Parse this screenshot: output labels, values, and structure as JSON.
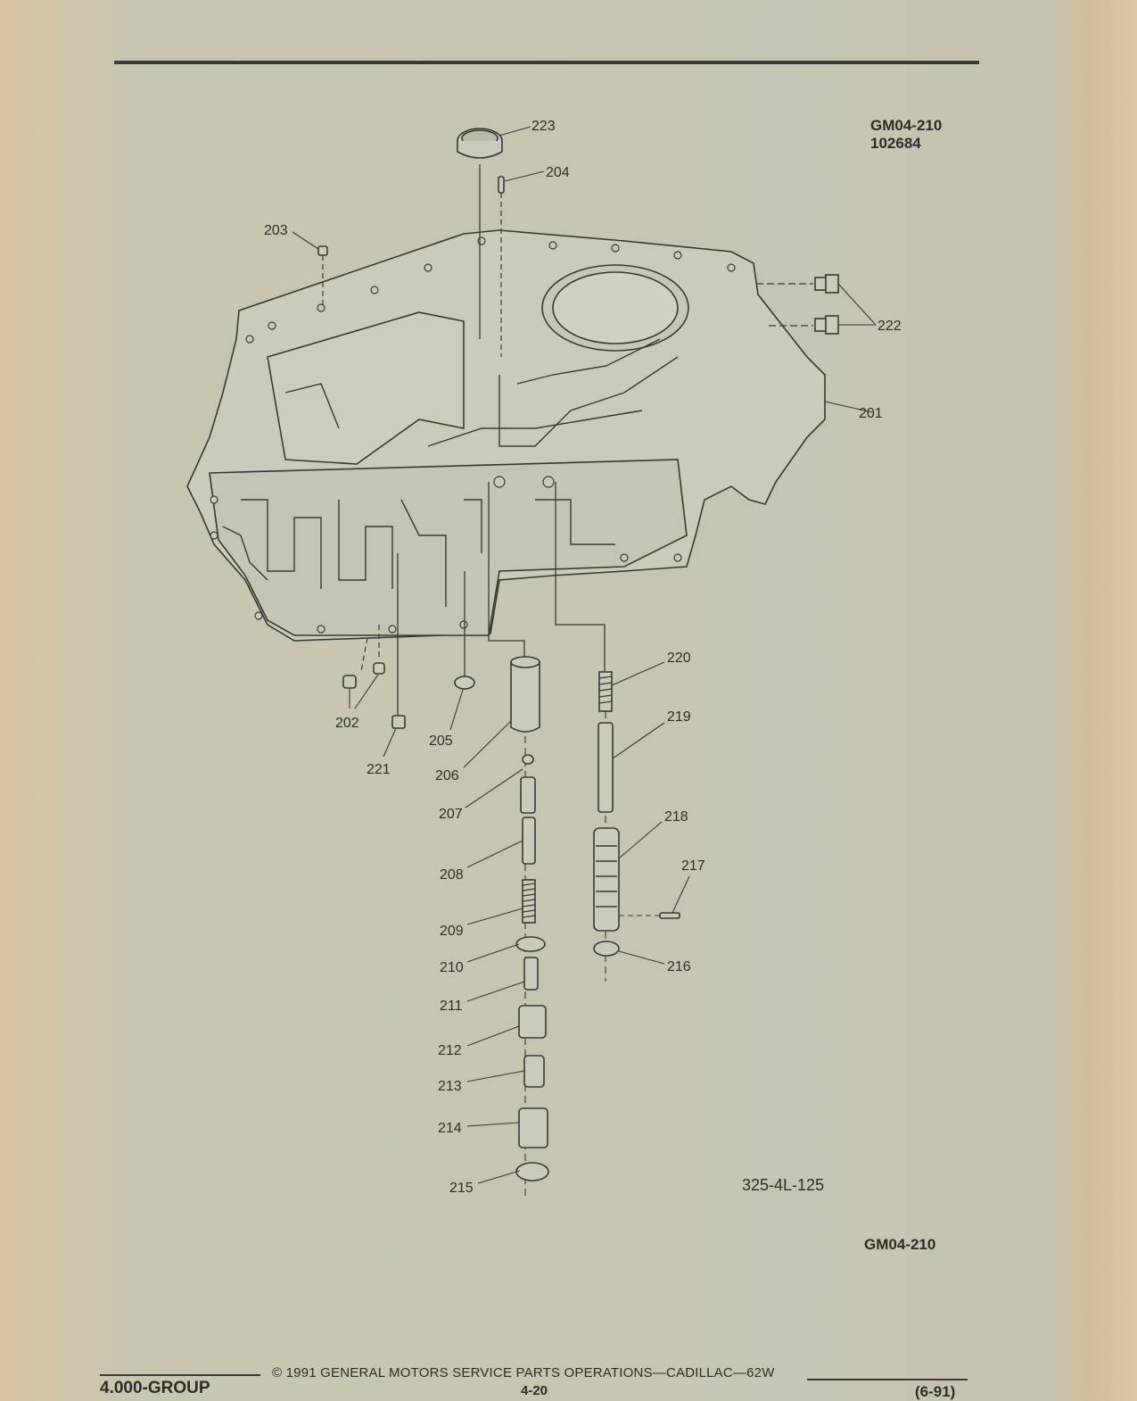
{
  "header": {
    "code": "GM04-210",
    "number": "102684"
  },
  "figure": {
    "callouts": [
      "201",
      "202",
      "203",
      "204",
      "205",
      "206",
      "207",
      "208",
      "209",
      "210",
      "211",
      "212",
      "213",
      "214",
      "215",
      "216",
      "217",
      "218",
      "219",
      "220",
      "221",
      "222",
      "223"
    ],
    "figure_number": "325-4L-125"
  },
  "bottom_code": "GM04-210",
  "footer": {
    "group": "4.000-GROUP",
    "copyright": "©  1991  GENERAL MOTORS SERVICE PARTS OPERATIONS—CADILLAC—62W",
    "page": "4-20",
    "date": "(6-91)"
  }
}
